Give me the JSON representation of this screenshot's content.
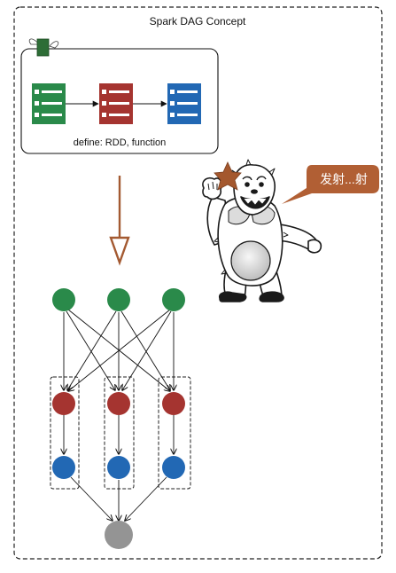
{
  "diagram": {
    "title": "Spark DAG Concept",
    "define_label": "define: RDD, function",
    "speech_text": "发射...射",
    "colors": {
      "green": "#2a8a4a",
      "red": "#a53430",
      "blue": "#2268b4",
      "gray": "#949494",
      "brown": "#a45a32",
      "speech_bg": "#b15f34",
      "star": "#a4582e",
      "line": "#111111"
    },
    "icons": [
      "sprout-icon",
      "list-document-icon",
      "yeti-mascot",
      "star-icon",
      "speech-bubble"
    ]
  }
}
